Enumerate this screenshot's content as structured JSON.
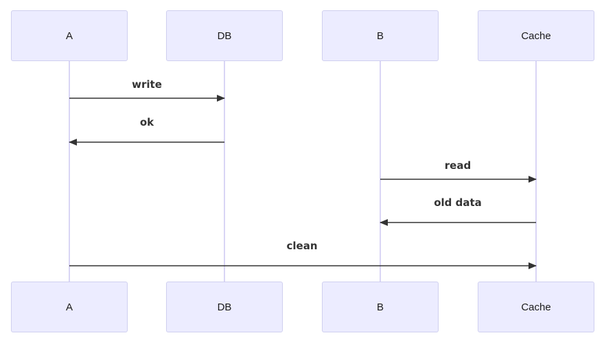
{
  "actors": {
    "a": "A",
    "db": "DB",
    "b": "B",
    "cache": "Cache"
  },
  "messages": [
    {
      "label": "write",
      "from": "A",
      "to": "DB"
    },
    {
      "label": "ok",
      "from": "DB",
      "to": "A"
    },
    {
      "label": "read",
      "from": "B",
      "to": "Cache"
    },
    {
      "label": "old data",
      "from": "Cache",
      "to": "B"
    },
    {
      "label": "clean",
      "from": "A",
      "to": "Cache"
    }
  ],
  "colors": {
    "actor_fill": "#ececff",
    "actor_border": "#cfcfef",
    "lifeline": "#d9d5f5",
    "arrow": "#333333"
  }
}
